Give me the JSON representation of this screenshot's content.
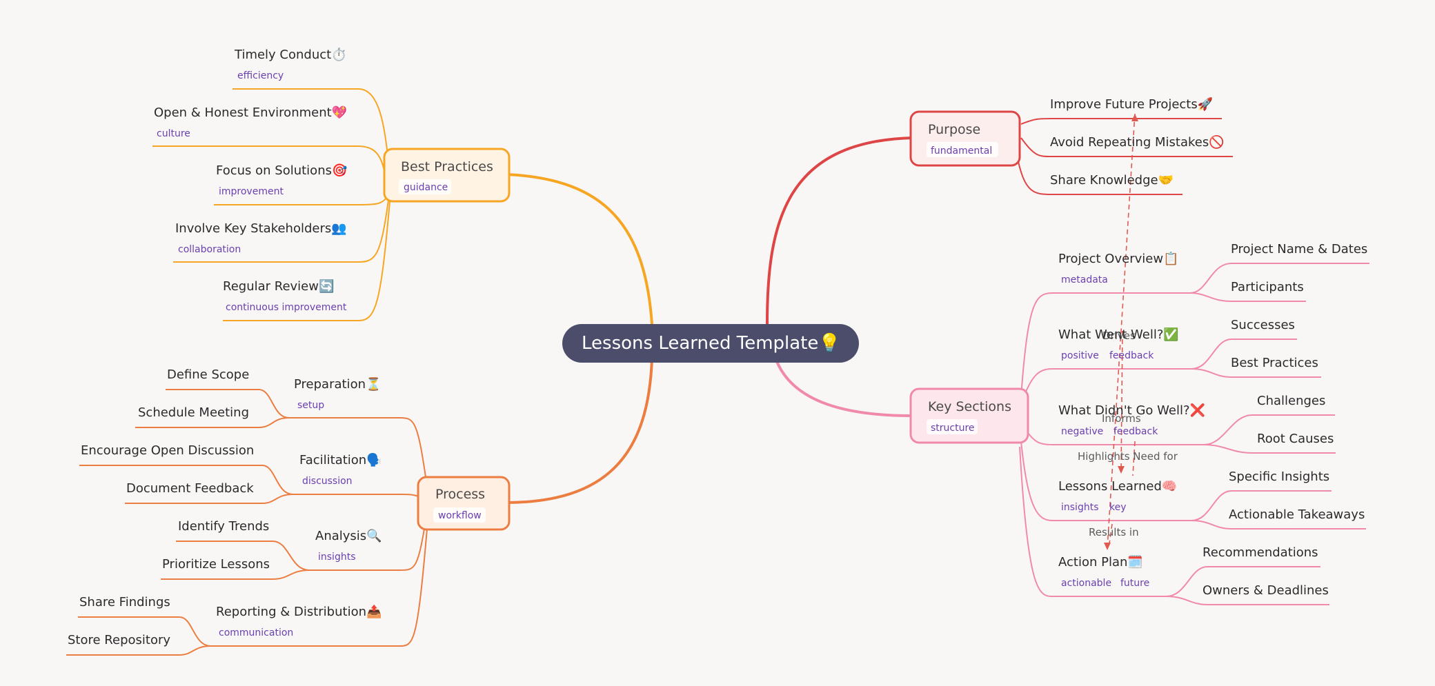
{
  "center": {
    "label": "Lessons Learned Template💡"
  },
  "branches": {
    "best_practices": {
      "label": "Best Practices",
      "tag": "guidance",
      "children": [
        {
          "label": "Timely Conduct⏱️",
          "tag": "efficiency"
        },
        {
          "label": "Open & Honest Environment💖",
          "tag": "culture"
        },
        {
          "label": "Focus on Solutions🎯",
          "tag": "improvement"
        },
        {
          "label": "Involve Key Stakeholders👥",
          "tag": "collaboration"
        },
        {
          "label": "Regular Review🔄",
          "tag": "continuous improvement"
        }
      ]
    },
    "process": {
      "label": "Process",
      "tag": "workflow",
      "children": [
        {
          "label": "Preparation⏳",
          "tag": "setup",
          "leaves": [
            "Define Scope",
            "Schedule Meeting"
          ]
        },
        {
          "label": "Facilitation🗣️",
          "tag": "discussion",
          "leaves": [
            "Encourage Open Discussion",
            "Document Feedback"
          ]
        },
        {
          "label": "Analysis🔍",
          "tag": "insights",
          "leaves": [
            "Identify Trends",
            "Prioritize Lessons"
          ]
        },
        {
          "label": "Reporting & Distribution📤",
          "tag": "communication",
          "leaves": [
            "Share Findings",
            "Store Repository"
          ]
        }
      ]
    },
    "purpose": {
      "label": "Purpose",
      "tag": "fundamental",
      "children": [
        {
          "label": "Improve Future Projects🚀"
        },
        {
          "label": "Avoid Repeating Mistakes🚫"
        },
        {
          "label": "Share Knowledge🤝"
        }
      ]
    },
    "key_sections": {
      "label": "Key Sections",
      "tag": "structure",
      "children": [
        {
          "label": "Project Overview📋",
          "tags": [
            "metadata"
          ],
          "leaves": [
            "Project Name & Dates",
            "Participants"
          ]
        },
        {
          "label": "What Went Well?✅",
          "tags": [
            "positive",
            "feedback"
          ],
          "leaves": [
            "Successes",
            "Best Practices"
          ]
        },
        {
          "label": "What Didn't Go Well?❌",
          "tags": [
            "negative",
            "feedback"
          ],
          "leaves": [
            "Challenges",
            "Root Causes"
          ]
        },
        {
          "label": "Lessons Learned🧠",
          "tags": [
            "insights",
            "key"
          ],
          "leaves": [
            "Specific Insights",
            "Actionable Takeaways"
          ]
        },
        {
          "label": "Action Plan🗓️",
          "tags": [
            "actionable",
            "future"
          ],
          "leaves": [
            "Recommendations",
            "Owners & Deadlines"
          ]
        }
      ]
    }
  },
  "relations": [
    {
      "label": "Drives"
    },
    {
      "label": "Informs"
    },
    {
      "label": "Highlights Need for"
    },
    {
      "label": "Results in"
    }
  ],
  "colors": {
    "background": "#f9f7f6",
    "center": "#4b4d6b",
    "best_practices": "#f6a623",
    "process": "#ec7d40",
    "purpose": "#de4545",
    "key_sections": "#f08aa8",
    "tag_text": "#6a3fb0"
  }
}
